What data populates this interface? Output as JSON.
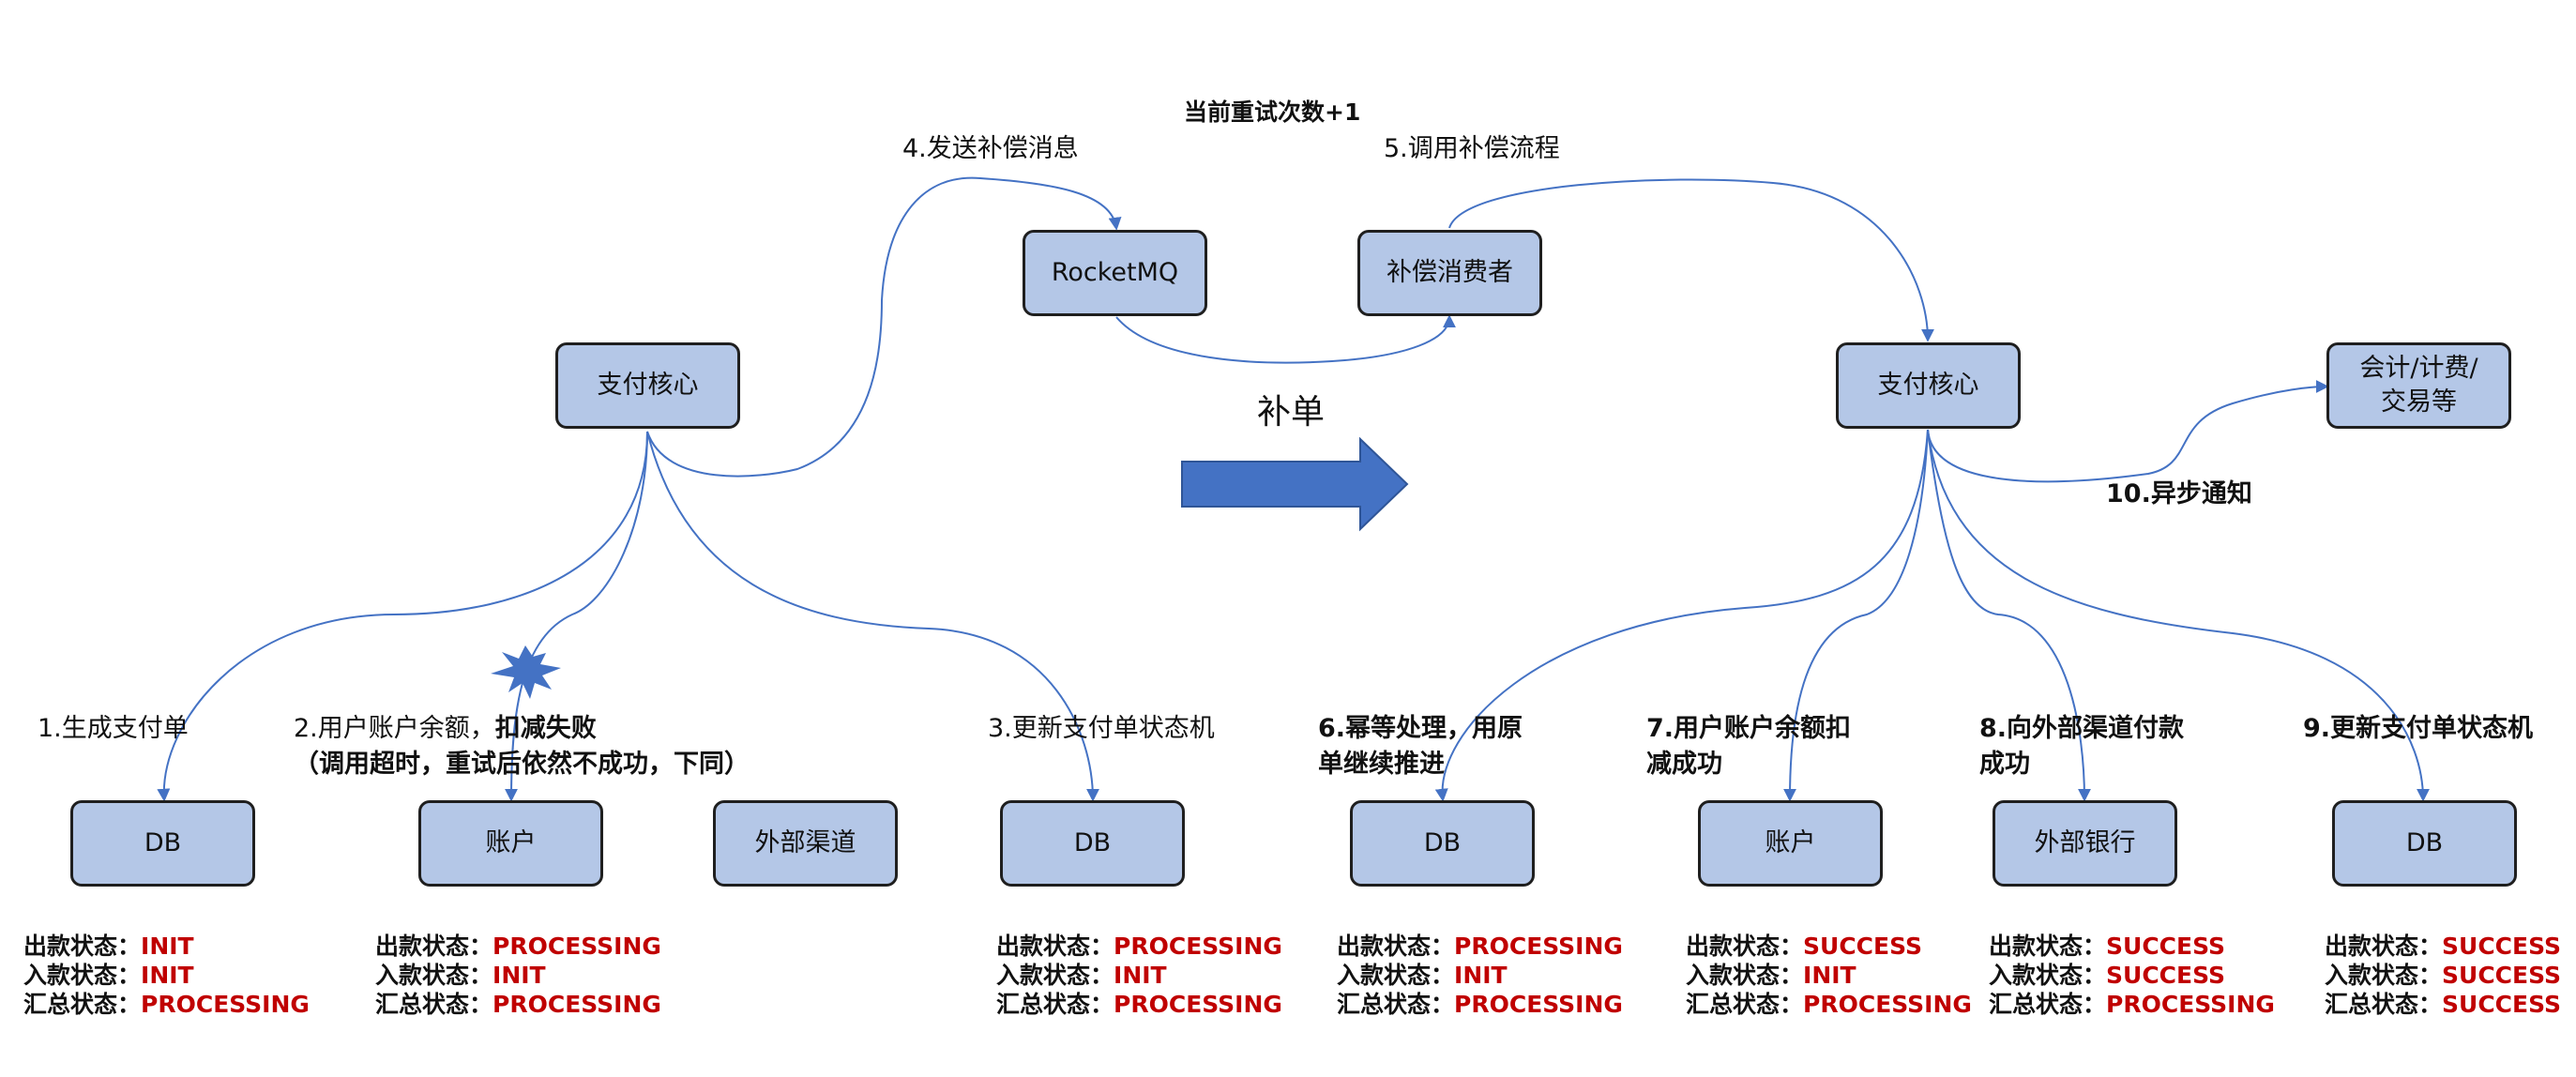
{
  "colors": {
    "node_fill": "#b4c7e7",
    "node_border": "#1f1f1f",
    "edge": "#4472c4",
    "status_value": "#c00000",
    "arrow_fill": "#4472c4"
  },
  "nodes": {
    "core_left": "支付核心",
    "rocketmq": "RocketMQ",
    "consumer": "补偿消费者",
    "core_right": "支付核心",
    "accounting": "会计/计费/\n交易等",
    "db1": "DB",
    "account1": "账户",
    "channel": "外部渠道",
    "db2": "DB",
    "db3": "DB",
    "account2": "账户",
    "bank": "外部银行",
    "db4": "DB"
  },
  "labels": {
    "retry": "当前重试次数+1",
    "step4": "4.发送补偿消息",
    "step5": "5.调用补偿流程",
    "center": "补单",
    "step10": "10.异步通知",
    "step1": "1.生成支付单",
    "step2_prefix": "2.用户账户余额，",
    "step2_fail": "扣减失败",
    "step2_note": "（调用超时，重试后依然不成功，下同）",
    "step3": "3.更新支付单状态机",
    "step6": "6.幂等处理，用原\n单继续推进",
    "step7": "7.用户账户余额扣\n减成功",
    "step8": "8.向外部渠道付款\n成功",
    "step9": "9.更新支付单状态机"
  },
  "status_keys": {
    "out": "出款状态：",
    "in": "入款状态：",
    "total": "汇总状态："
  },
  "statuses": [
    {
      "out": "INIT",
      "in": "INIT",
      "total": "PROCESSING"
    },
    {
      "out": "PROCESSING",
      "in": "INIT",
      "total": "PROCESSING"
    },
    {
      "out": "PROCESSING",
      "in": "INIT",
      "total": "PROCESSING"
    },
    {
      "out": "PROCESSING",
      "in": "INIT",
      "total": "PROCESSING"
    },
    {
      "out": "SUCCESS",
      "in": "INIT",
      "total": "PROCESSING"
    },
    {
      "out": "SUCCESS",
      "in": "SUCCESS",
      "total": "PROCESSING"
    },
    {
      "out": "SUCCESS",
      "in": "SUCCESS",
      "total": "SUCCESS"
    }
  ]
}
